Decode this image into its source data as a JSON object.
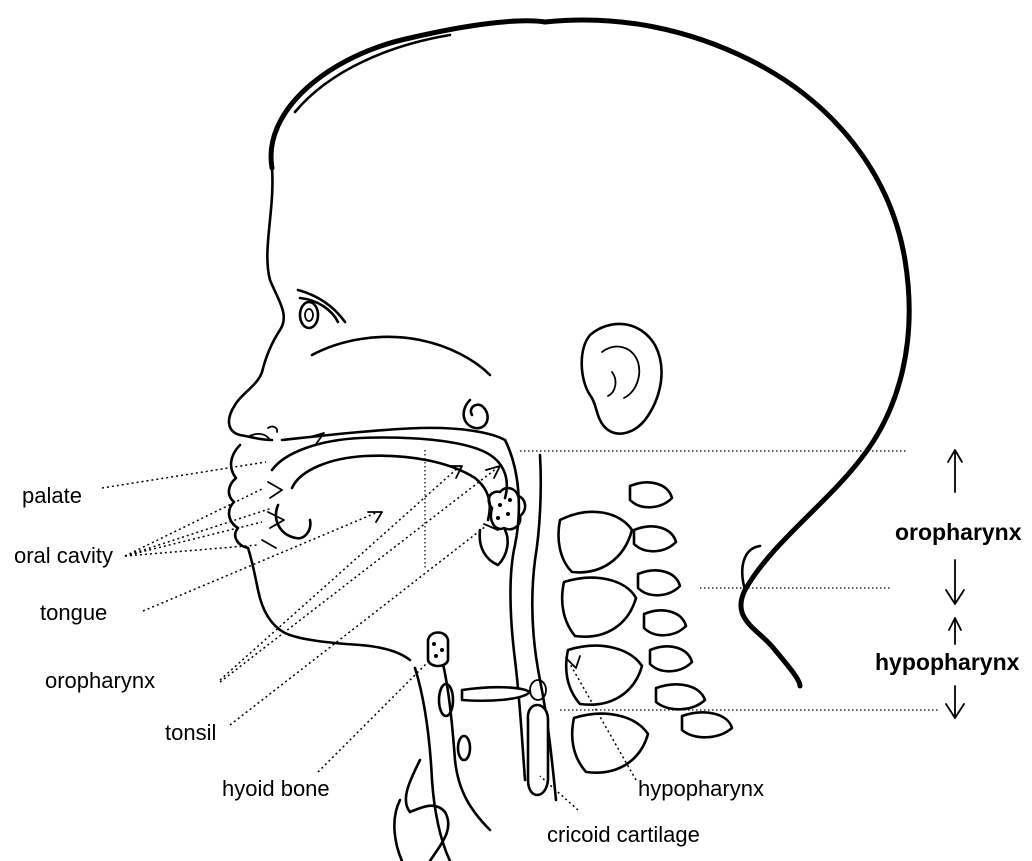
{
  "labels": {
    "palate": "palate",
    "oral_cavity": "oral cavity",
    "tongue": "tongue",
    "oropharynx": "oropharynx",
    "tonsil": "tonsil",
    "hyoid_bone": "hyoid bone",
    "cricoid_cartilage": "cricoid cartilage",
    "hypopharynx": "hypopharynx"
  },
  "regions": {
    "oropharynx": "oropharynx",
    "hypopharynx": "hypopharynx"
  }
}
